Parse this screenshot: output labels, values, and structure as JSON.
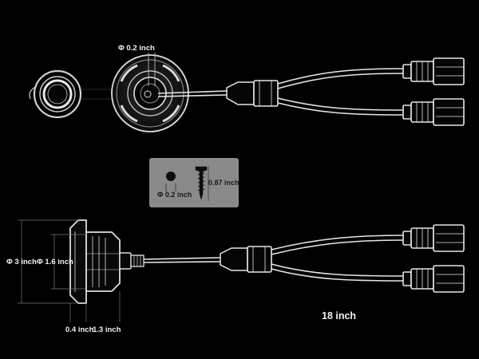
{
  "labels": {
    "cap_diameter": "Φ 0.2 inch",
    "screw_head_diameter": "Φ 0.2 inch",
    "screw_length": "0.87 inch",
    "housing_outer_diameter": "Φ 3 inch",
    "housing_inner_diameter": "Φ 1.6 inch",
    "flange_depth": "0.4 inch",
    "body_depth": "1.3 inch",
    "cable_length": "18 inch"
  },
  "colors": {
    "background": "#000000",
    "line": "#e6e6e6",
    "card": "#8a8a8a"
  }
}
